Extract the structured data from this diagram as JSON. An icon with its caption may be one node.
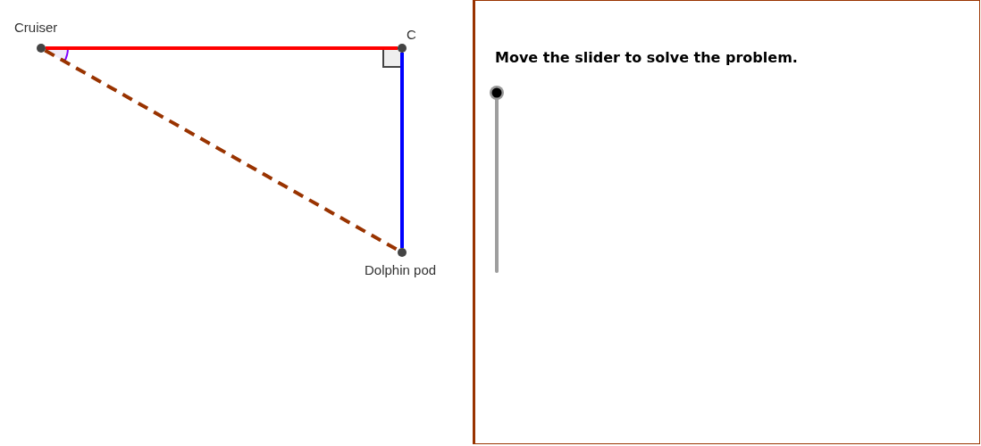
{
  "diagram": {
    "nodes": [
      {
        "text": [],
        "shape": "circle",
        "beside": [
          "Cruiser"
        ]
      },
      {
        "text": [],
        "shape": "circle",
        "beside": [
          "C"
        ]
      },
      {
        "text": [],
        "shape": "circle",
        "beside": [
          "Dolphin pod"
        ]
      },
      {
        "text": [
          "Move the slider to solve the problem."
        ]
      }
    ],
    "edges": [
      {
        "from": 0,
        "to": 1,
        "arrow": "none",
        "color": "#ff0000"
      },
      {
        "from": 1,
        "to": 2,
        "arrow": "none",
        "color": "#0000ff"
      },
      {
        "from": 0,
        "to": 2,
        "arrow": "none",
        "style": "dashed",
        "color": "#993300"
      }
    ]
  }
}
